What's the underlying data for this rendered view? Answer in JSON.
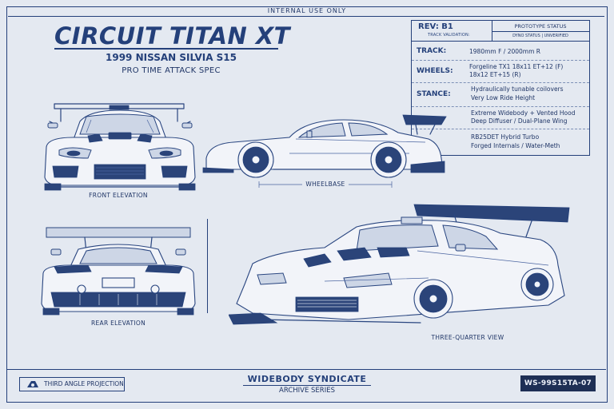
{
  "header": {
    "internal_note": "INTERNAL USE ONLY",
    "title": "CIRCUIT TITAN XT",
    "subtitle": "1999 NISSAN SILVIA S15",
    "spec_line": "PRO TIME ATTACK SPEC"
  },
  "spec_table": {
    "rev": "REV: B1",
    "rev_sub": "TRACK VALIDATION:",
    "status": "PROTOTYPE STATUS",
    "dyno": "DYNO STATUS | UNVERIFIED",
    "rows": [
      {
        "label": "TRACK:",
        "lines": [
          "1980mm F / 2000mm R"
        ]
      },
      {
        "label": "WHEELS:",
        "lines": [
          "Forgeline TX1 18x11 ET+12 (F)",
          "18x12 ET+15 (R)"
        ]
      },
      {
        "label": "STANCE:",
        "lines": [
          "Hydraulically tunable coilovers",
          "Very Low Ride Height"
        ]
      },
      {
        "label": "",
        "lines": [
          "Extreme Widebody + Vented Hood",
          "Deep Diffuser / Dual-Plane Wing"
        ]
      },
      {
        "label": "",
        "lines": [
          "RB25DET Hybrid Turbo",
          "Forged Internals / Water-Meth"
        ]
      }
    ]
  },
  "views": {
    "front": "FRONT ELEVATION",
    "wheelbase": "WHEELBASE",
    "rear": "REAR ELEVATION",
    "three_quarter": "THREE-QUARTER VIEW"
  },
  "footer": {
    "projection": "THIRD ANGLE PROJECTION",
    "brand": "WIDEBODY SYNDICATE",
    "series": "ARCHIVE SERIES",
    "code": "WS-99S15TA-07"
  },
  "colors": {
    "paper": "#e4e9f1",
    "ink": "#24407a",
    "code_badge": "#1e2f55"
  }
}
